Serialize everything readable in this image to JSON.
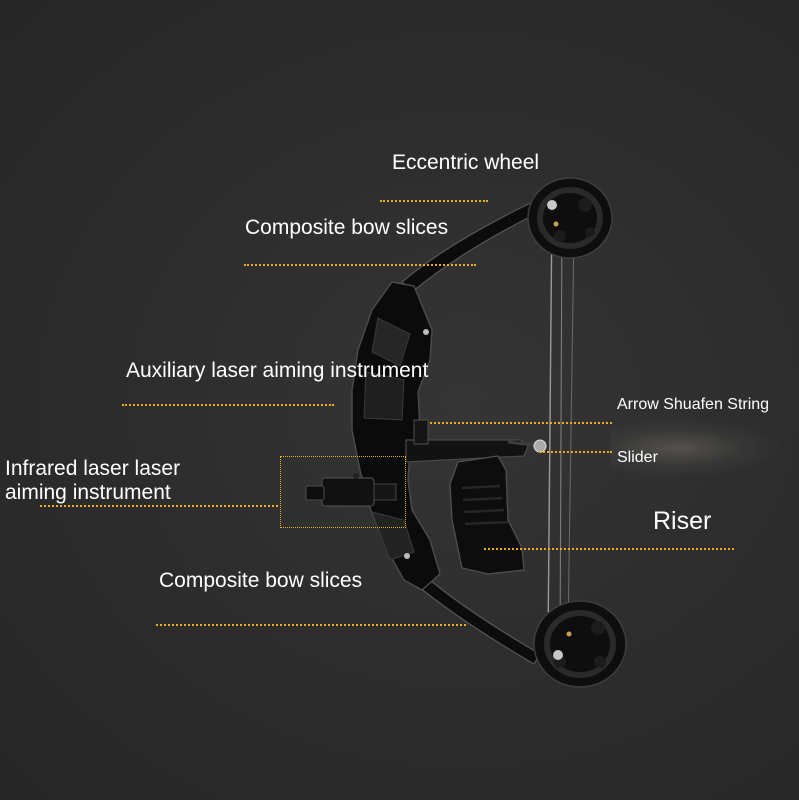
{
  "labels": {
    "eccentric_wheel": "Eccentric wheel",
    "upper_limb": "Composite bow slices",
    "laser_aux": "Auxiliary laser aiming instrument",
    "arrow_string": "Arrow Shuafen String",
    "slider": "Slider",
    "infrared_line1": "Infrared laser laser",
    "infrared_line2": "aiming instrument",
    "riser": "Riser",
    "lower_limb": "Composite bow slices"
  },
  "colors": {
    "background": "#2b2b2b",
    "label_text": "#ffffff",
    "leader_line": "#e9b01c",
    "bow_body": "#0c0c0c",
    "bow_edge": "#4a4a4a"
  }
}
